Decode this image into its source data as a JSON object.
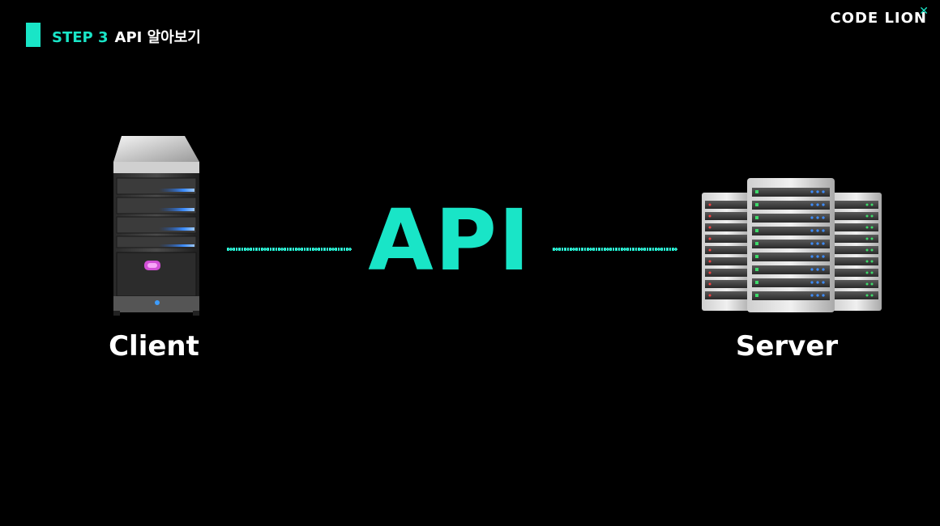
{
  "header": {
    "step_label": "STEP 3",
    "step_subject": "API 알아보기"
  },
  "logo": {
    "text": "CODE LION",
    "mark_icon": "x-mark-icon"
  },
  "diagram": {
    "client": {
      "label": "Client",
      "icon": "client-computer-icon"
    },
    "server": {
      "label": "Server",
      "icon": "server-rack-icon"
    },
    "connector": {
      "label": "API",
      "style": "dashed-glow"
    }
  },
  "colors": {
    "accent": "#19e5c7",
    "background": "#000000",
    "text": "#ffffff"
  }
}
